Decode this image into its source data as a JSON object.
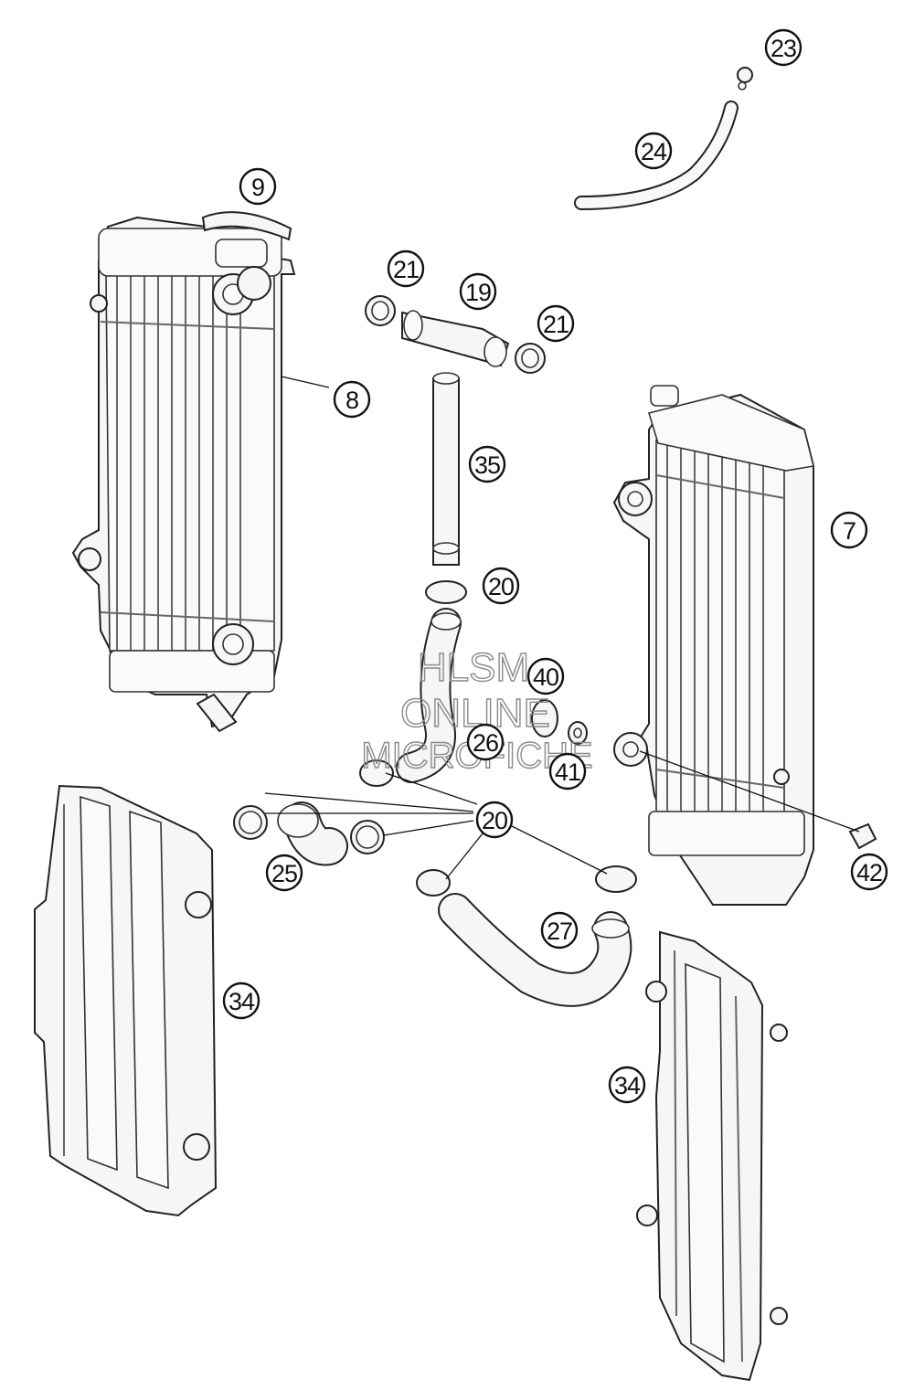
{
  "watermark": {
    "line1": "HLSM",
    "line2": "ONLINE",
    "line3": "MICROFICHE"
  },
  "callouts": {
    "c9": "9",
    "c8": "8",
    "c23": "23",
    "c24": "24",
    "c21a": "21",
    "c19": "19",
    "c21b": "21",
    "c35": "35",
    "c7": "7",
    "c20a": "20",
    "c40": "40",
    "c26": "26",
    "c41": "41",
    "c20b": "20",
    "c25": "25",
    "c42": "42",
    "c27": "27",
    "c34a": "34",
    "c34b": "34"
  }
}
